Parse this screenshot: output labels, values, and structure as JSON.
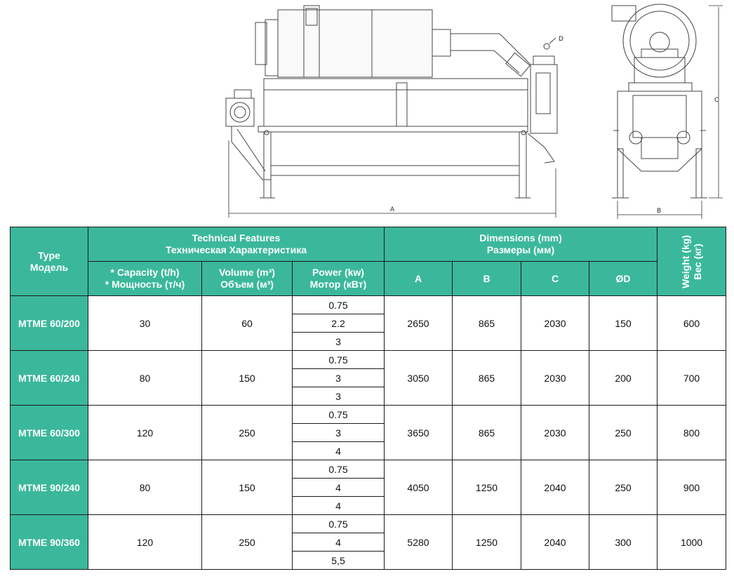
{
  "drawing_labels": {
    "dim_a": "A",
    "dim_b": "B",
    "dim_c": "C",
    "dim_d": "D"
  },
  "header": {
    "type_en": "Type",
    "type_ru": "Модель",
    "technical_en": "Technical Features",
    "technical_ru": "Техническая Характеристика",
    "dimensions_en": "Dimensions (mm)",
    "dimensions_ru": "Размеры (мм)",
    "weight_en": "Weight (kg)",
    "weight_ru": "Вес (кг)",
    "capacity_en": "* Capacity (t/h)",
    "capacity_ru": "* Мощность (т/ч)",
    "volume_en": "Volume (m³)",
    "volume_ru": "Объем (м³)",
    "power_en": "Power (kw)",
    "power_ru": "Мотор (кВт)",
    "col_a": "A",
    "col_b": "B",
    "col_c": "C",
    "col_d": "ØD"
  },
  "rows": [
    {
      "type": "MTME 60/200",
      "capacity": "30",
      "volume": "60",
      "power": [
        "0.75",
        "2.2",
        "3"
      ],
      "a": "2650",
      "b": "865",
      "c": "2030",
      "d": "150",
      "weight": "600"
    },
    {
      "type": "MTME 60/240",
      "capacity": "80",
      "volume": "150",
      "power": [
        "0.75",
        "3",
        "3"
      ],
      "a": "3050",
      "b": "865",
      "c": "2030",
      "d": "200",
      "weight": "700"
    },
    {
      "type": "MTME 60/300",
      "capacity": "120",
      "volume": "250",
      "power": [
        "0.75",
        "3",
        "4"
      ],
      "a": "3650",
      "b": "865",
      "c": "2030",
      "d": "250",
      "weight": "800"
    },
    {
      "type": "MTME 90/240",
      "capacity": "80",
      "volume": "150",
      "power": [
        "0.75",
        "4",
        "4"
      ],
      "a": "4050",
      "b": "1250",
      "c": "2040",
      "d": "250",
      "weight": "900"
    },
    {
      "type": "MTME 90/360",
      "capacity": "120",
      "volume": "250",
      "power": [
        "0.75",
        "4",
        "5,5"
      ],
      "a": "5280",
      "b": "1250",
      "c": "2040",
      "d": "300",
      "weight": "1000"
    }
  ]
}
